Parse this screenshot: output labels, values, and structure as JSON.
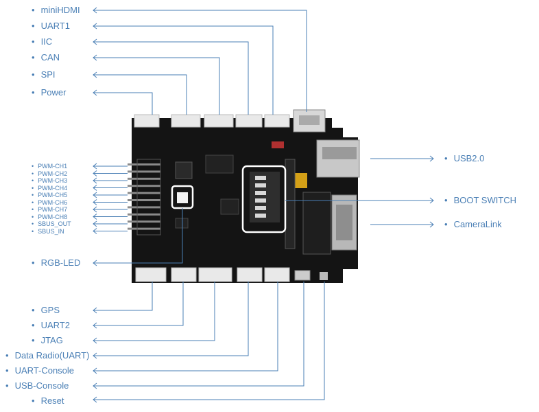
{
  "diagram": {
    "left_labels_top": [
      {
        "key": "minihdmi",
        "text": "miniHDMI"
      },
      {
        "key": "uart1",
        "text": "UART1"
      },
      {
        "key": "iic",
        "text": "IIC"
      },
      {
        "key": "can",
        "text": "CAN"
      },
      {
        "key": "spi",
        "text": "SPI"
      },
      {
        "key": "power",
        "text": "Power"
      }
    ],
    "pwm_labels": [
      "PWM-CH1",
      "PWM-CH2",
      "PWM-CH3",
      "PWM-CH4",
      "PWM-CH5",
      "PWM-CH6",
      "PWM-CH7",
      "PWM-CH8",
      "SBUS_OUT",
      "SBUS_IN"
    ],
    "rgb_led": "RGB-LED",
    "left_labels_bottom": [
      {
        "key": "gps",
        "text": "GPS"
      },
      {
        "key": "uart2",
        "text": "UART2"
      },
      {
        "key": "jtag",
        "text": "JTAG"
      },
      {
        "key": "data-radio",
        "text": "Data Radio(UART)"
      },
      {
        "key": "uart-console",
        "text": "UART-Console"
      },
      {
        "key": "usb-console",
        "text": "USB-Console"
      },
      {
        "key": "reset",
        "text": "Reset"
      }
    ],
    "right_labels": [
      {
        "key": "usb2",
        "text": "USB2.0"
      },
      {
        "key": "boot-switch",
        "text": "BOOT SWITCH"
      },
      {
        "key": "cameralink",
        "text": "CameraLink"
      }
    ],
    "colors": {
      "line": "#4a7fb5",
      "board": "#141414",
      "connector": "#e9e9e9",
      "highlight": "#ffffff"
    }
  }
}
